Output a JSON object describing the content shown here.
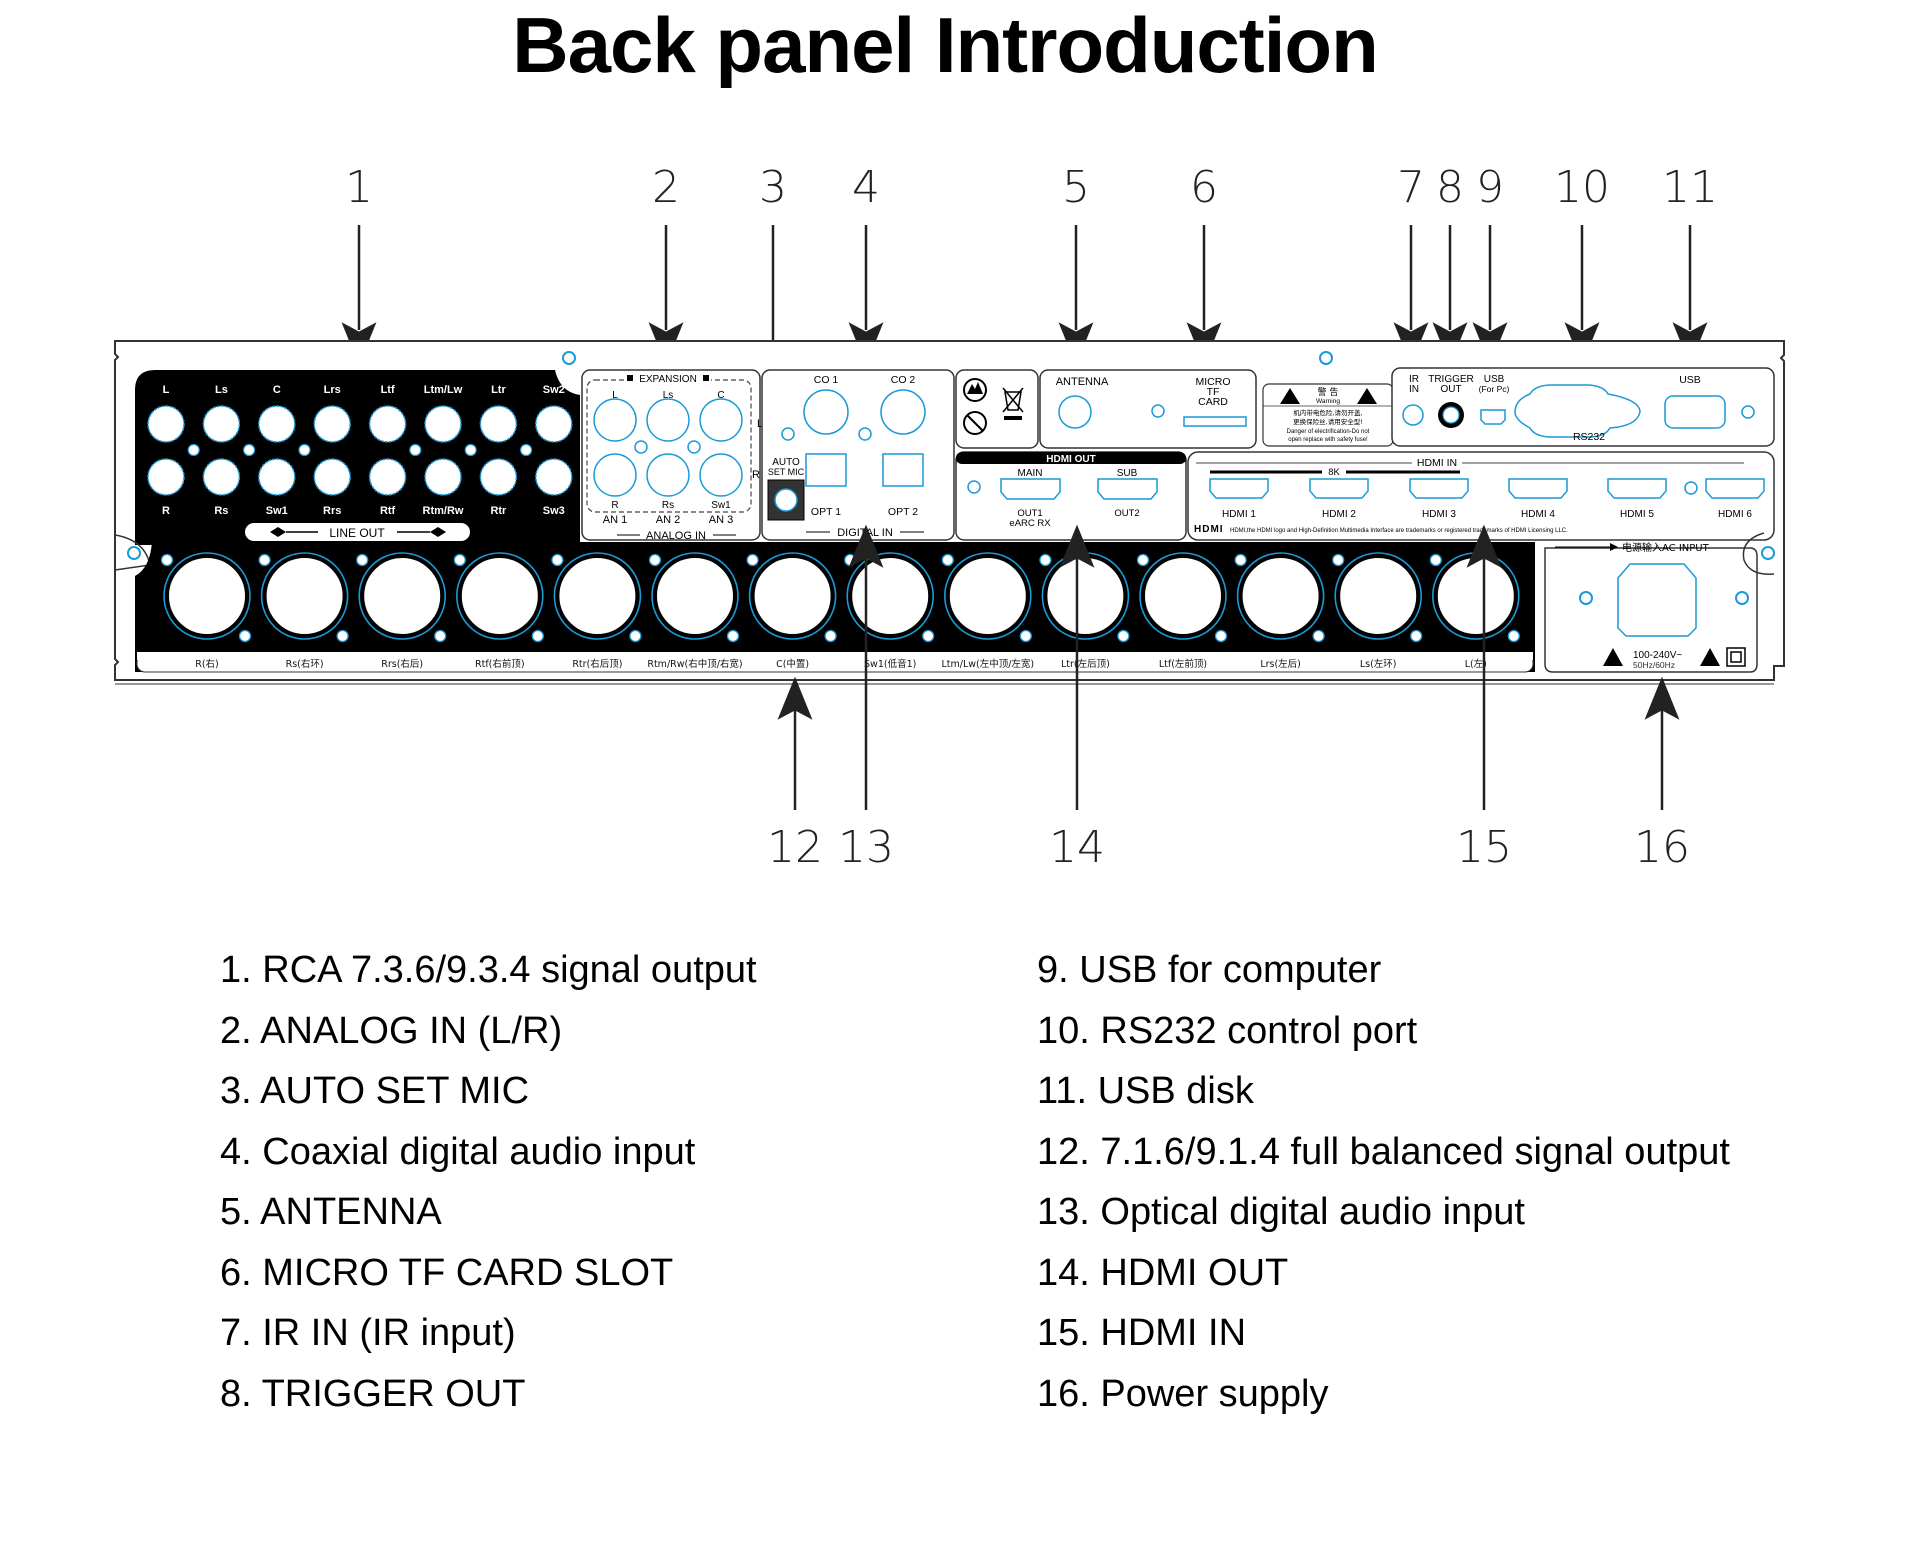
{
  "title": "Back panel Introduction",
  "colors": {
    "port_outline": "#1a9ad6",
    "panel_black": "#000000",
    "outline": "#333333"
  },
  "callouts_top": [
    "1",
    "2",
    "3",
    "4",
    "5",
    "6",
    "7",
    "8",
    "9",
    "10",
    "11"
  ],
  "callouts_bottom": [
    "12",
    "13",
    "14",
    "15",
    "16"
  ],
  "panel": {
    "rca_out": {
      "top_labels": [
        "L",
        "Ls",
        "C",
        "Lrs",
        "Ltf",
        "Ltm/Lw",
        "Ltr",
        "Sw2"
      ],
      "bottom_labels": [
        "R",
        "Rs",
        "Sw1",
        "Rrs",
        "Rtf",
        "Rtm/Rw",
        "Rtr",
        "Sw3"
      ],
      "group_label": "LINE OUT"
    },
    "analog_in": {
      "expansion_label": "EXPANSION",
      "top_labels": [
        "L",
        "Ls",
        "C"
      ],
      "bottom_labels": [
        "R",
        "Rs",
        "Sw1"
      ],
      "input_labels": [
        "AN 1",
        "AN 2",
        "AN 3"
      ],
      "side_l": "L",
      "side_r": "R",
      "group_label": "ANALOG IN"
    },
    "auto_set_mic": {
      "line1": "AUTO",
      "line2": "SET MIC"
    },
    "digital_in": {
      "coax_labels": [
        "CO 1",
        "CO 2"
      ],
      "opt_labels": [
        "OPT 1",
        "OPT 2"
      ],
      "group_label": "DIGITAL IN"
    },
    "antenna": {
      "label": "ANTENNA",
      "tf_line1": "MICRO",
      "tf_line2": "TF",
      "tf_line3": "CARD"
    },
    "warning": {
      "title_cn": "警 告",
      "title_en": "Warning",
      "cn_line1": "机内带电危险,请勿开盖,",
      "cn_line2": "更换保险丝,请用安全型!",
      "en_line1": "Danger of electrification-Do not",
      "en_line2": "open replace with safety fuse!"
    },
    "control": {
      "ir_line1": "IR",
      "ir_line2": "IN",
      "trigger_line1": "TRIGGER",
      "trigger_line2": "OUT",
      "usb_pc_line1": "USB",
      "usb_pc_line2": "(For Pc)",
      "rs232": "RS232",
      "usb_disk": "USB"
    },
    "hdmi_out": {
      "header": "HDMI OUT",
      "main": "MAIN",
      "sub": "SUB",
      "out1_line1": "OUT1",
      "out1_line2": "eARC RX",
      "out2": "OUT2"
    },
    "hdmi_in": {
      "header": "HDMI IN",
      "badge": "8K",
      "ports": [
        "HDMI 1",
        "HDMI 2",
        "HDMI 3",
        "HDMI 4",
        "HDMI 5",
        "HDMI 6"
      ],
      "logo": "HDMI",
      "trademark": "HDMI,the HDMI logo and High-Definition Multimedia Interface are trademarks or registered trademarks of HDMI Licensing LLC."
    },
    "xlr_out": {
      "labels": [
        "R(右)",
        "Rs(右环)",
        "Rrs(右后)",
        "Rtf(右前顶)",
        "Rtr(右后顶)",
        "Rtm/Rw(右中顶/右宽)",
        "C(中置)",
        "Sw1(低音1)",
        "Ltm/Lw(左中顶/左宽)",
        "Ltr(左后顶)",
        "Ltf(左前顶)",
        "Lrs(左后)",
        "Ls(左环)",
        "L(左)"
      ]
    },
    "power": {
      "label": "电源输入AC INPUT",
      "voltage": "100-240V~",
      "freq": "50Hz/60Hz"
    }
  },
  "legend": {
    "left": [
      "1. RCA 7.3.6/9.3.4 signal output",
      "2. ANALOG IN (L/R)",
      "3. AUTO SET MIC",
      "4. Coaxial digital audio input",
      "5. ANTENNA",
      "6. MICRO TF CARD SLOT",
      "7. IR IN (IR input)",
      "8. TRIGGER OUT"
    ],
    "right": [
      "9. USB for computer",
      "10. RS232 control port",
      "11. USB disk",
      "12. 7.1.6/9.1.4 full balanced signal output",
      "13. Optical digital audio input",
      "14. HDMI OUT",
      "15. HDMI IN",
      "16. Power supply"
    ]
  }
}
